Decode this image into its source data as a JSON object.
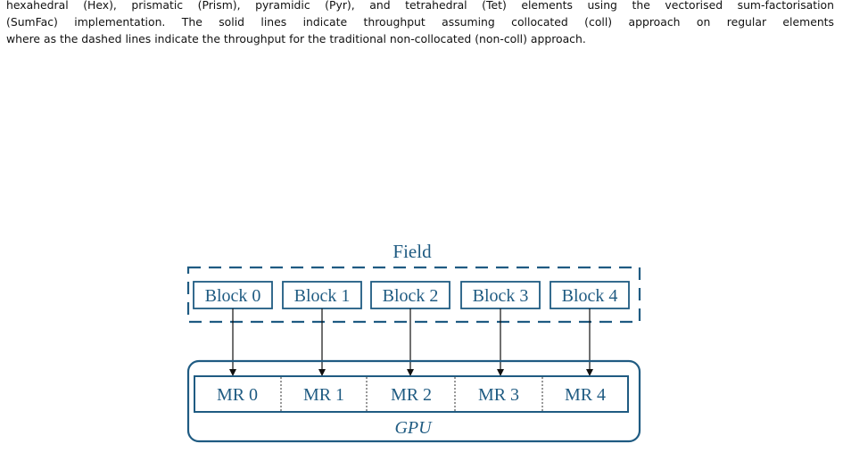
{
  "caption": {
    "lines": [
      "hexahedral (Hex), prismatic (Prism), pyramidic (Pyr), and tetrahedral (Tet) elements using the vectorised sum-factorisation",
      "(SumFac) implementation. The solid lines indicate throughput assuming collocated (coll) approach on regular elements",
      "where as the dashed lines indicate the throughput for the traditional non-collocated (non-coll) approach."
    ]
  },
  "diagram": {
    "field_label": "Field",
    "blocks": [
      "Block 0",
      "Block 1",
      "Block 2",
      "Block 3",
      "Block 4"
    ],
    "memory_regions": [
      "MR 0",
      "MR 1",
      "MR 2",
      "MR 3",
      "MR 4"
    ],
    "gpu_label": "GPU",
    "colors": {
      "accent": "#1f5b82",
      "arrow": "#111111"
    }
  }
}
